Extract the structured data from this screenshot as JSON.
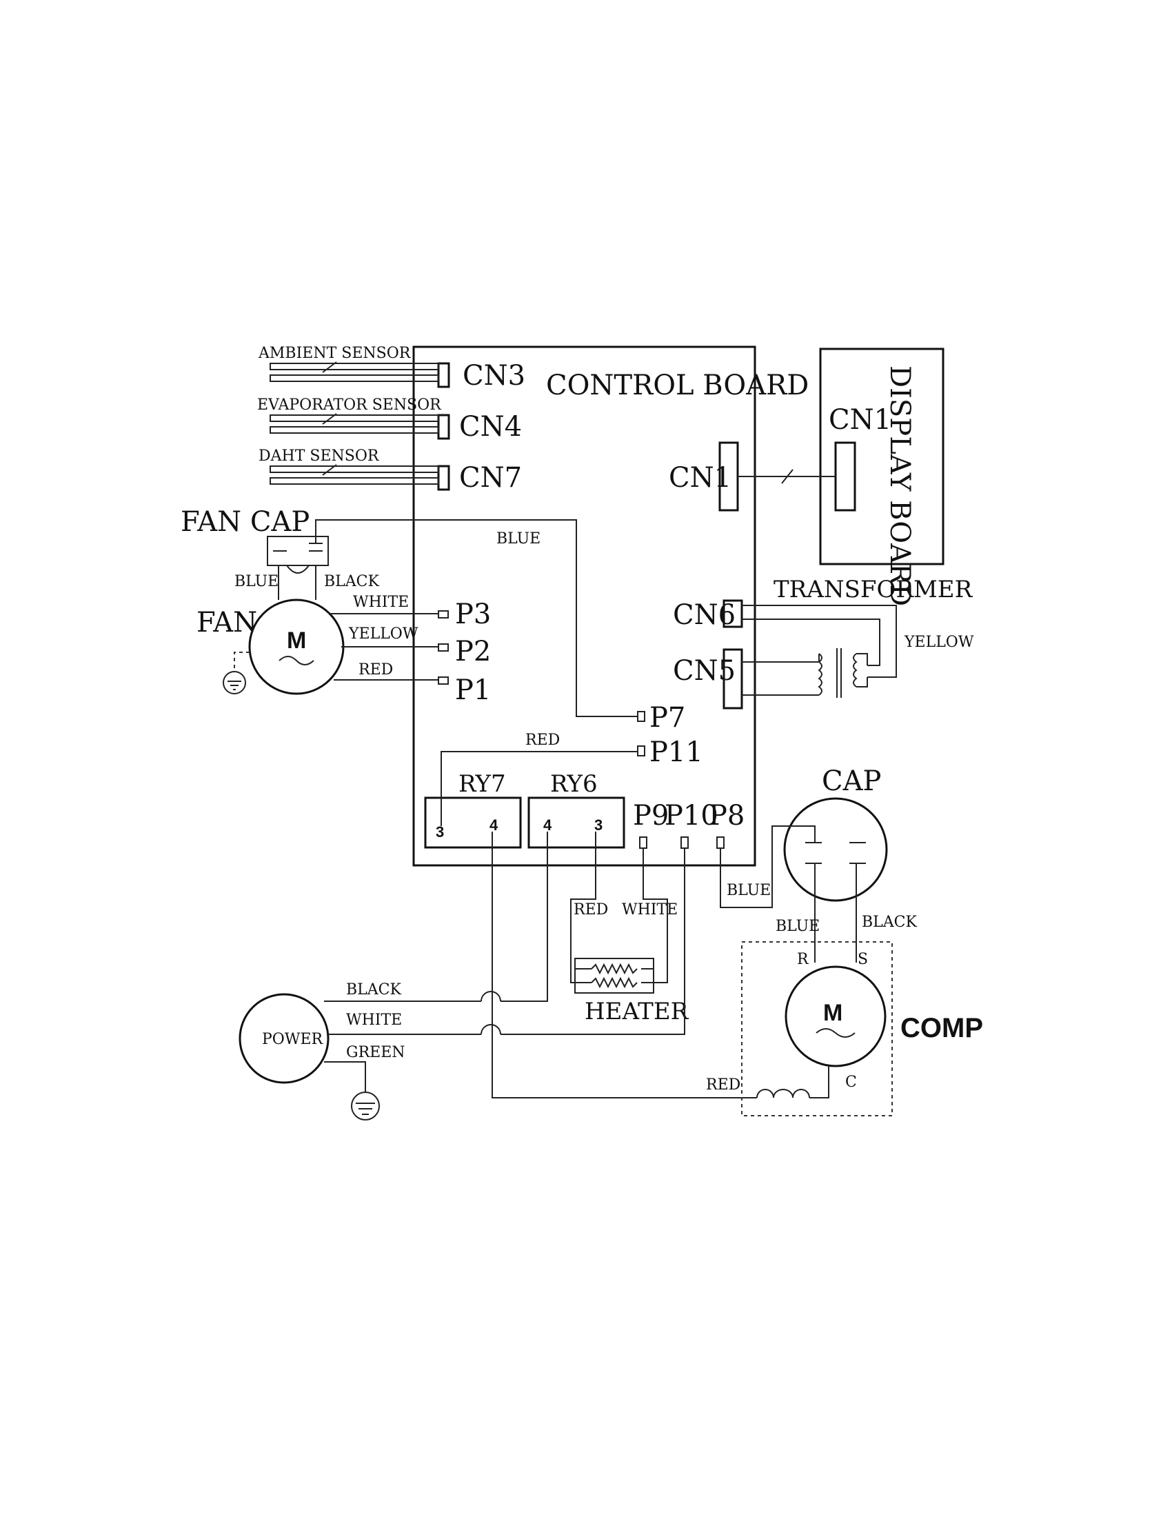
{
  "control_board": {
    "title": "CONTROL BOARD",
    "cn3": "CN3",
    "cn4": "CN4",
    "cn7": "CN7",
    "cn1": "CN1",
    "cn6": "CN6",
    "cn5": "CN5",
    "p1": "P1",
    "p2": "P2",
    "p3": "P3",
    "p7": "P7",
    "p11": "P11",
    "p8": "P8",
    "p9": "P9",
    "p10": "P10",
    "ry7": "RY7",
    "ry6": "RY6",
    "ry7_pin3": "3",
    "ry7_pin4": "4",
    "ry6_pin4": "4",
    "ry6_pin3": "3"
  },
  "display_board": {
    "title": "DISPLAY BOARD",
    "cn1": "CN1"
  },
  "sensors": {
    "ambient": "AMBIENT SENSOR",
    "evaporator": "EVAPORATOR SENSOR",
    "daht": "DAHT SENSOR"
  },
  "fan": {
    "cap_label": "FAN CAP",
    "label": "FAN",
    "motor": "M",
    "wire_blue": "BLUE",
    "wire_black": "BLACK",
    "wire_white": "WHITE",
    "wire_yellow": "YELLOW",
    "wire_red": "RED",
    "wire_blue_p7": "BLUE"
  },
  "transformer": {
    "label": "TRANSFORMER",
    "wire_yellow": "YELLOW"
  },
  "relay_wires": {
    "red_p11": "RED"
  },
  "heater": {
    "label": "HEATER",
    "wire_red": "RED",
    "wire_white": "WHITE"
  },
  "power": {
    "label": "POWER",
    "wire_black": "BLACK",
    "wire_white": "WHITE",
    "wire_green": "GREEN"
  },
  "compressor": {
    "cap_label": "CAP",
    "label": "COMP",
    "motor": "M",
    "terminal_r": "R",
    "terminal_s": "S",
    "terminal_c": "C",
    "wire_blue_p8": "BLUE",
    "wire_blue_r": "BLUE",
    "wire_black_s": "BLACK",
    "wire_red": "RED"
  },
  "icons": [
    "sensor-icon",
    "motor-icon",
    "ground-icon",
    "capacitor-icon",
    "transformer-icon",
    "heater-icon",
    "overload-icon",
    "wire-crossover-icon"
  ]
}
